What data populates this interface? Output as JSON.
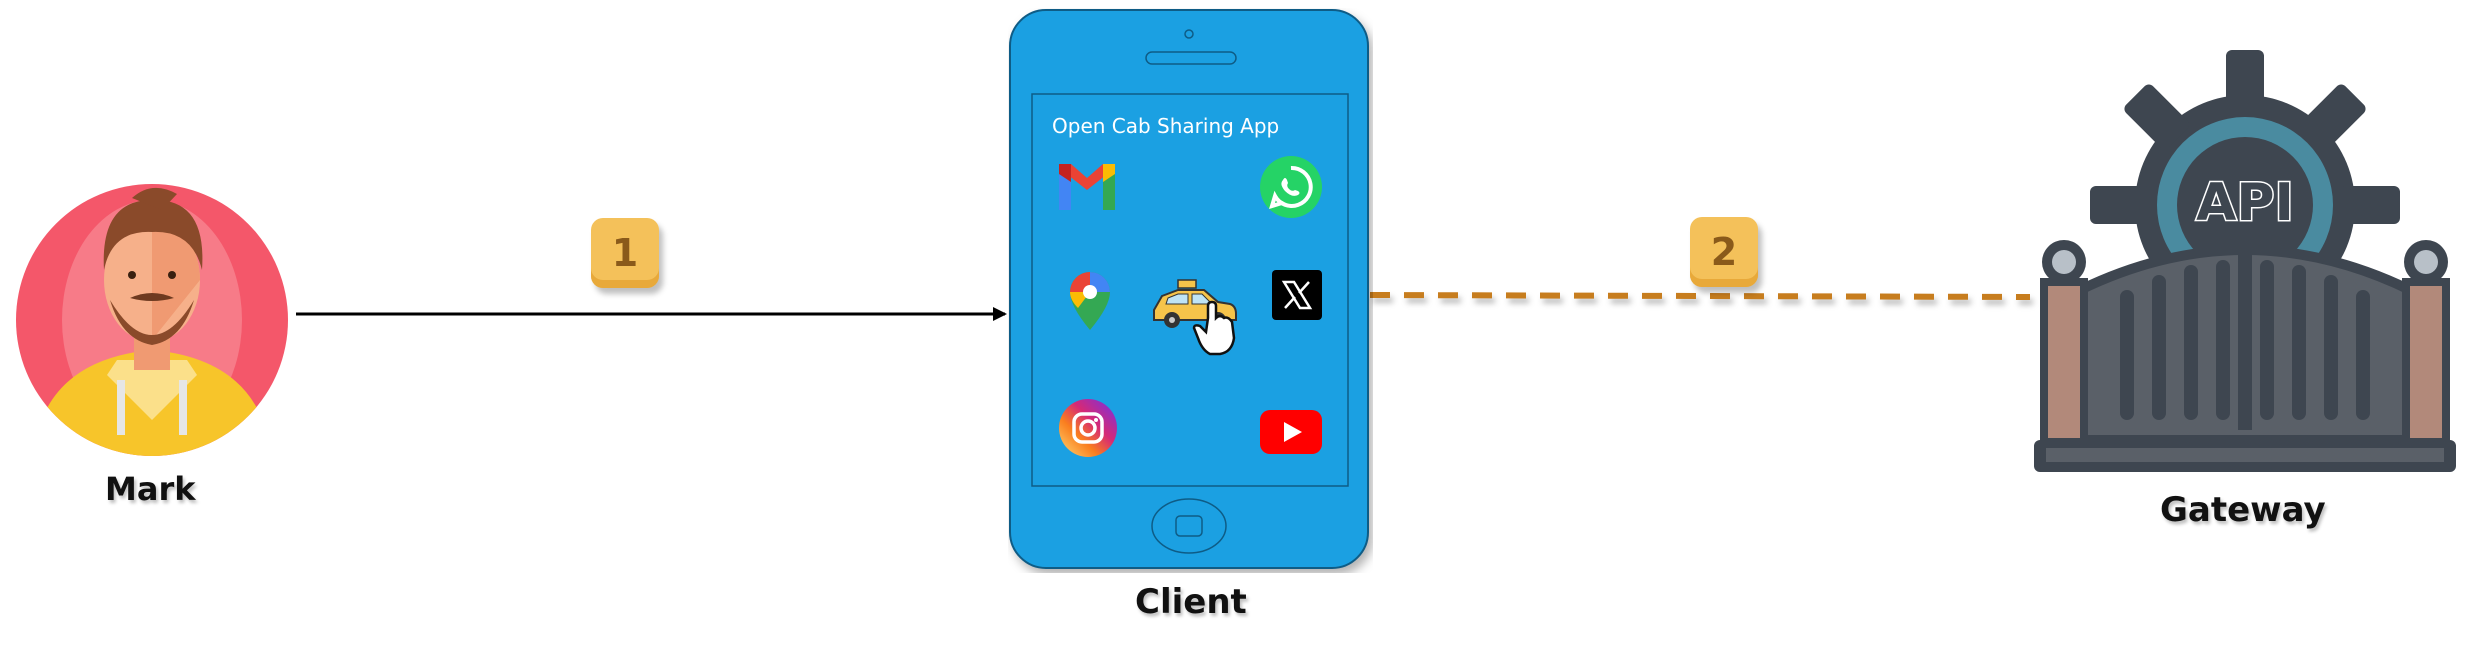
{
  "actors": {
    "user": {
      "label": "Mark"
    },
    "client": {
      "label": "Client",
      "screen_title": "Open Cab Sharing App"
    },
    "gateway": {
      "label": "Gateway",
      "logo_text": "API"
    }
  },
  "steps": [
    {
      "number": "1"
    },
    {
      "number": "2"
    }
  ],
  "app_icons": [
    "gmail-icon",
    "whatsapp-icon",
    "google-maps-icon",
    "taxi-icon",
    "x-icon",
    "instagram-icon",
    "youtube-icon"
  ],
  "colors": {
    "phone_body": "#1ba0e2",
    "arrow_1": "#000000",
    "arrow_2_dashed": "#c77d1e",
    "badge": "#f4c15a"
  }
}
